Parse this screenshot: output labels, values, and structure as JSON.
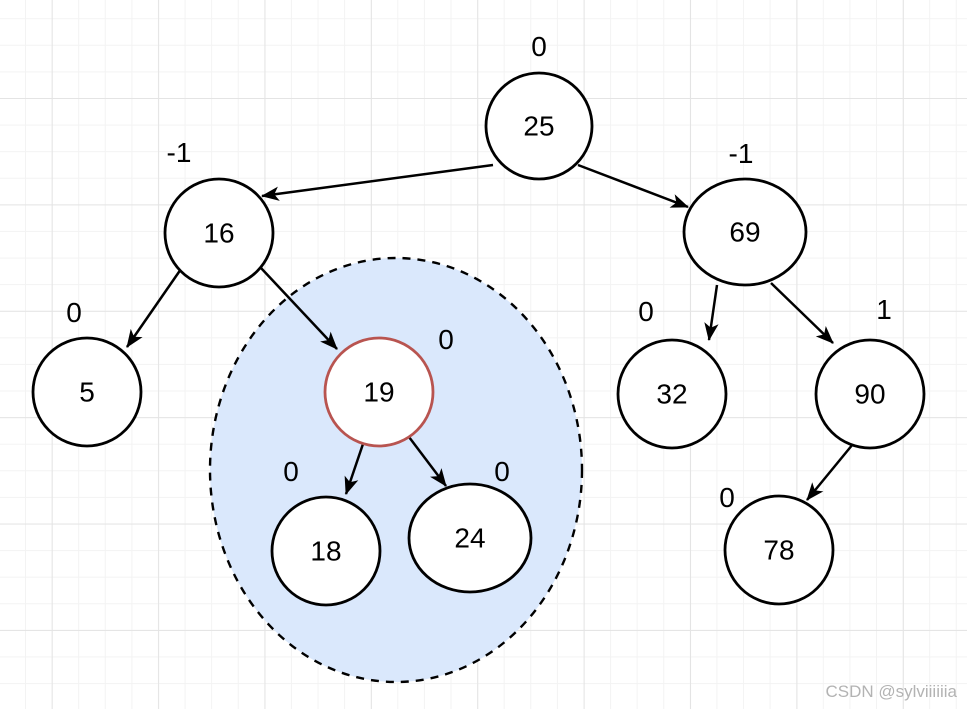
{
  "diagram_type": "avl-binary-tree",
  "watermark": "CSDN @sylviiiiiia",
  "colors": {
    "node_fill": "#ffffff",
    "node_stroke": "#000000",
    "highlight_node_fill": "#f8cecc",
    "highlight_node_stroke": "#b85450",
    "region_fill": "#dae8fc",
    "region_stroke": "#000000",
    "edge_color": "#000000",
    "grid_major": "#e4e4e4",
    "grid_minor": "#f3f3f3",
    "watermark_color": "#b3b3b3"
  },
  "nodes": [
    {
      "value": "25",
      "balance": "0",
      "highlighted": false
    },
    {
      "value": "16",
      "balance": "-1",
      "highlighted": false
    },
    {
      "value": "69",
      "balance": "-1",
      "highlighted": false
    },
    {
      "value": "5",
      "balance": "0",
      "highlighted": false
    },
    {
      "value": "19",
      "balance": "0",
      "highlighted": true
    },
    {
      "value": "32",
      "balance": "0",
      "highlighted": false
    },
    {
      "value": "90",
      "balance": "1",
      "highlighted": false
    },
    {
      "value": "18",
      "balance": "0",
      "highlighted": false
    },
    {
      "value": "24",
      "balance": "0",
      "highlighted": false
    },
    {
      "value": "78",
      "balance": "0",
      "highlighted": false
    }
  ],
  "edges": [
    {
      "from": "25",
      "to": "16"
    },
    {
      "from": "25",
      "to": "69"
    },
    {
      "from": "16",
      "to": "5"
    },
    {
      "from": "16",
      "to": "19"
    },
    {
      "from": "19",
      "to": "18"
    },
    {
      "from": "19",
      "to": "24"
    },
    {
      "from": "69",
      "to": "32"
    },
    {
      "from": "69",
      "to": "90"
    },
    {
      "from": "90",
      "to": "78"
    }
  ],
  "highlight_region": {
    "contains": [
      "19",
      "18",
      "24"
    ],
    "subtree_root": "19"
  }
}
